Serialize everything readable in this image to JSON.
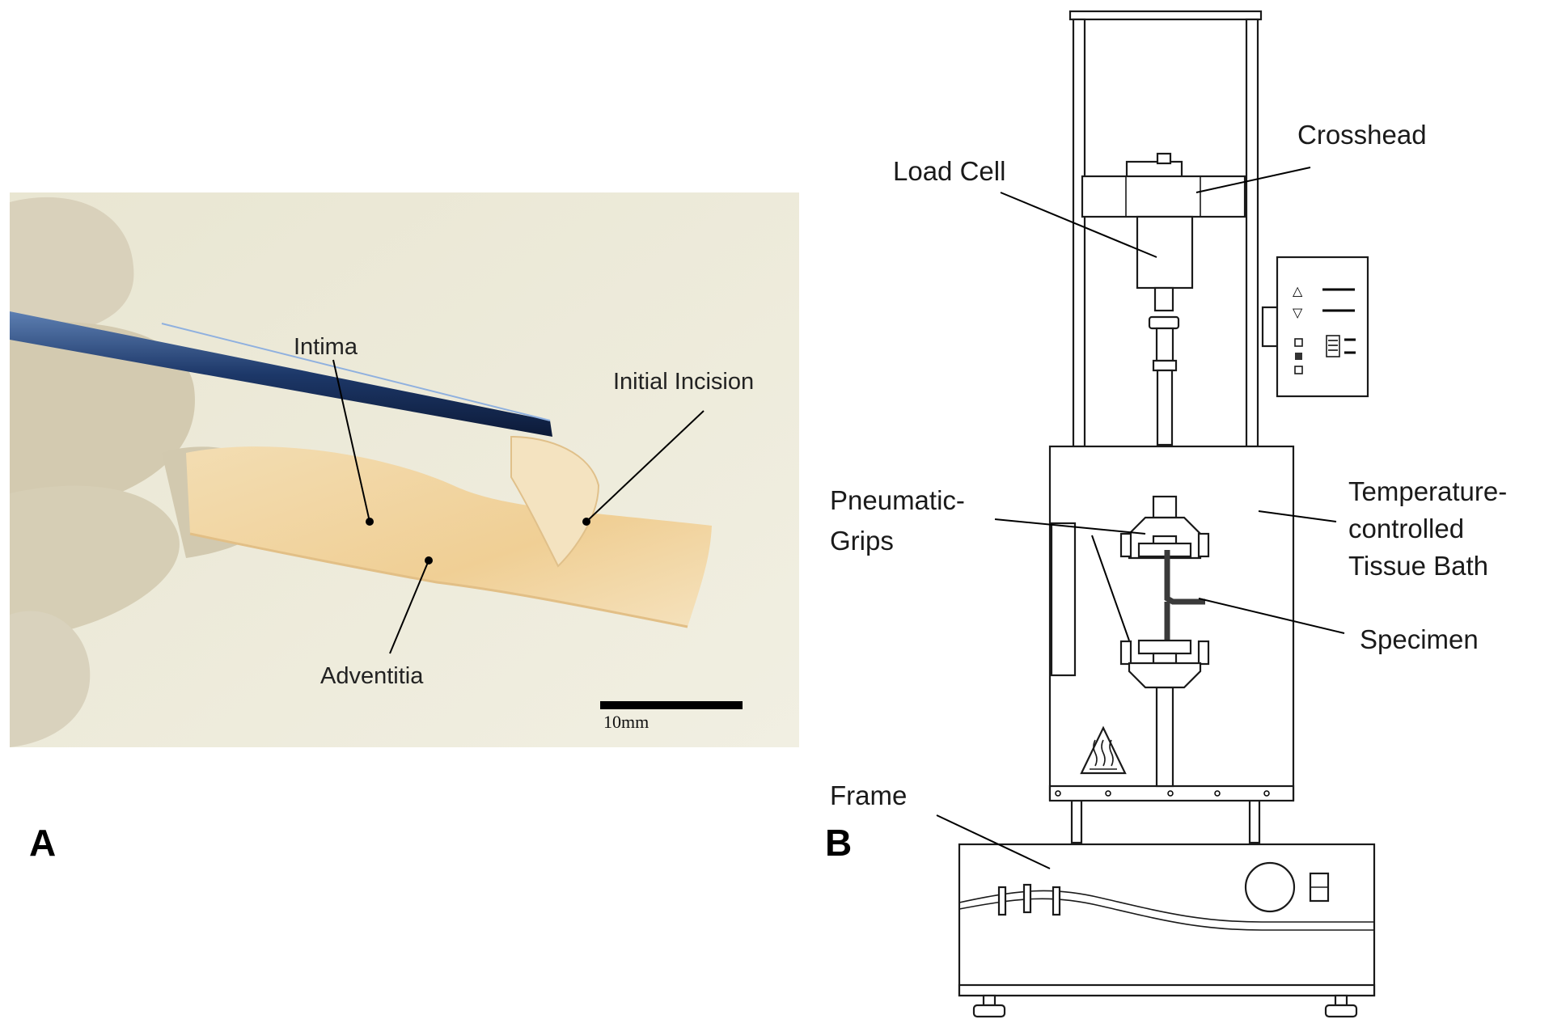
{
  "panel_a": {
    "letter": "A",
    "labels": {
      "intima": "Intima",
      "initial_incision": "Initial Incision",
      "adventitia": "Adventitia"
    },
    "scale_bar": "10mm"
  },
  "panel_b": {
    "letter": "B",
    "labels": {
      "crosshead": "Crosshead",
      "load_cell": "Load Cell",
      "pneumatic_grips_1": "Pneumatic-",
      "pneumatic_grips_2": "Grips",
      "bath_1": "Temperature-",
      "bath_2": "controlled",
      "bath_3": "Tissue Bath",
      "specimen": "Specimen",
      "frame": "Frame"
    }
  },
  "colors": {
    "photo_background": "#ece8d2",
    "tissue": "#f2d6a6",
    "tweezers": "#1e3a6a",
    "glove": "#d8d0b8"
  }
}
